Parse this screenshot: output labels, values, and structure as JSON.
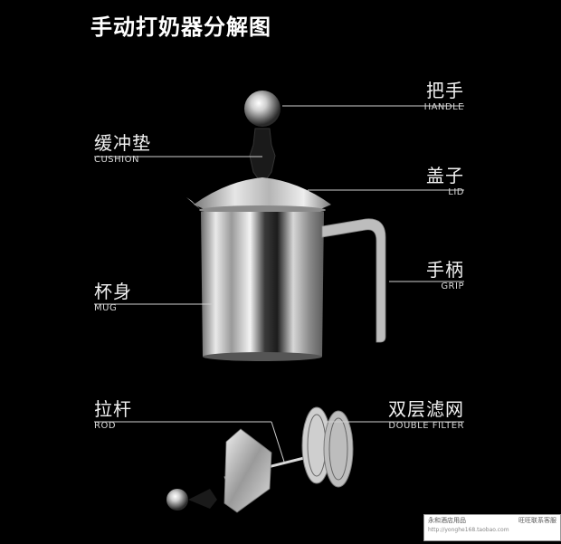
{
  "title": "手动打奶器分解图",
  "parts": {
    "handle": {
      "zh": "把手",
      "en": "HANDLE"
    },
    "cushion": {
      "zh": "缓冲垫",
      "en": "CUSHION"
    },
    "lid": {
      "zh": "盖子",
      "en": "LID"
    },
    "grip": {
      "zh": "手柄",
      "en": "GRIP"
    },
    "mug": {
      "zh": "杯身",
      "en": "MUG"
    },
    "rod": {
      "zh": "拉杆",
      "en": "ROD"
    },
    "filter": {
      "zh": "双层滤网",
      "en": "DOUBLE FILTER"
    }
  },
  "watermark": {
    "shop": "永和酒店用品",
    "contact": "旺旺联系客服",
    "url": "http://yonghe168.taobao.com"
  },
  "colors": {
    "background": "#000000",
    "text": "#ffffff",
    "line": "#cfcfcf",
    "steel": "#c8c8c8"
  }
}
